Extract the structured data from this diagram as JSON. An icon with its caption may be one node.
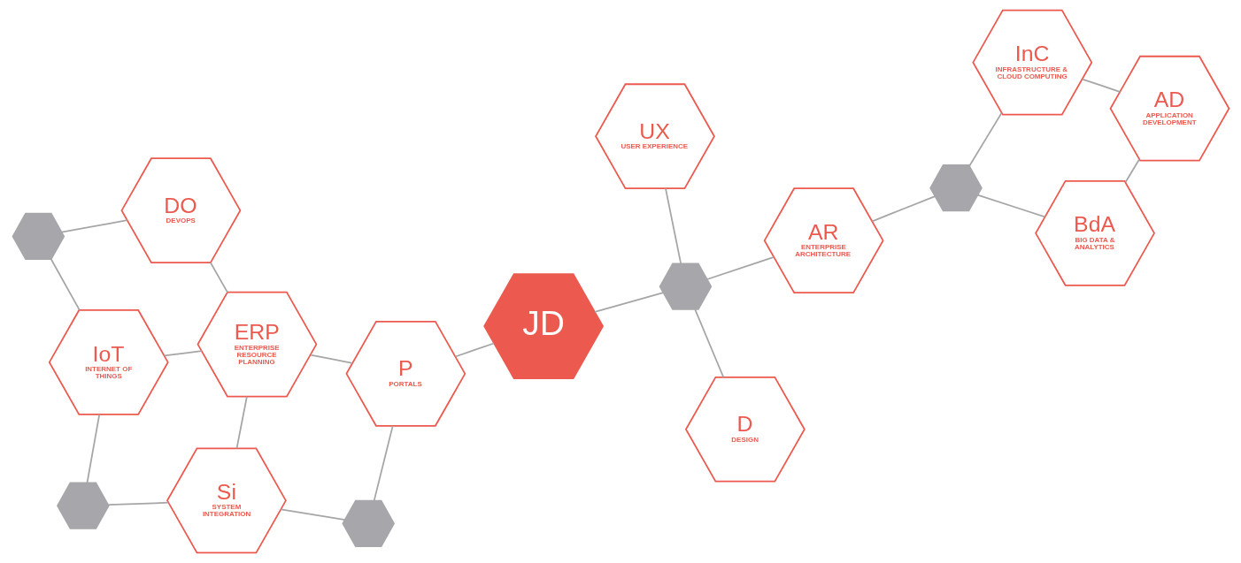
{
  "diagram": {
    "nodes": [
      {
        "text": [
          "P",
          "PORTALS"
        ]
      },
      {
        "text": [
          "AR",
          "ENTERPRISE ARCHITECTURE"
        ]
      },
      {
        "text": [
          "JD"
        ]
      },
      {
        "text": [],
        "shape": "hexagon"
      },
      {
        "text": [
          "ERP",
          "ENTERPRISE RESOURCE PLANNING"
        ]
      },
      {
        "text": [
          "DO",
          "DEVOPS"
        ]
      },
      {
        "text": [],
        "shape": "hexagon"
      },
      {
        "text": [
          "BdA",
          "BIG DATA & ANALYTICS"
        ]
      },
      {
        "text": [
          "InC",
          "INFRASTRUCTURE & CLOUD COMPUTING"
        ]
      },
      {
        "text": [],
        "shape": "hexagon"
      },
      {
        "text": [
          "Si",
          "SYSTEM INTEGRATION"
        ]
      },
      {
        "text": [
          "IoT",
          "INTERNET OF THINGS"
        ]
      },
      {
        "text": [],
        "shape": "hexagon"
      },
      {
        "text": [
          "AD",
          "APPLICATION DEVELOPMENT"
        ]
      },
      {
        "text": [
          "UX",
          "USER EXPERIENCE"
        ]
      },
      {
        "text": [
          "D",
          "DESIGN"
        ]
      },
      {
        "text": [],
        "shape": "hexagon"
      }
    ],
    "edges": [
      {
        "from": 3,
        "to": 1,
        "arrow": "none"
      },
      {
        "from": 3,
        "to": 7,
        "arrow": "none"
      },
      {
        "from": 3,
        "to": 8,
        "arrow": "none"
      },
      {
        "from": 7,
        "to": 13,
        "arrow": "none"
      },
      {
        "from": 8,
        "to": 13,
        "arrow": "none"
      },
      {
        "from": 1,
        "to": 9,
        "arrow": "none"
      },
      {
        "from": 2,
        "to": 9,
        "arrow": "none"
      },
      {
        "from": 9,
        "to": 14,
        "arrow": "none"
      },
      {
        "from": 9,
        "to": 15,
        "arrow": "none"
      },
      {
        "from": 2,
        "to": 0,
        "arrow": "none"
      },
      {
        "from": 0,
        "to": 6,
        "arrow": "none"
      },
      {
        "from": 0,
        "to": 4,
        "arrow": "none"
      },
      {
        "from": 6,
        "to": 10,
        "arrow": "none"
      },
      {
        "from": 4,
        "to": 10,
        "arrow": "none"
      },
      {
        "from": 4,
        "to": 11,
        "arrow": "none"
      },
      {
        "from": 4,
        "to": 5,
        "arrow": "none"
      },
      {
        "from": 5,
        "to": 12,
        "arrow": "none"
      },
      {
        "from": 12,
        "to": 11,
        "arrow": "none"
      },
      {
        "from": 10,
        "to": 16,
        "arrow": "none"
      },
      {
        "from": 11,
        "to": 16,
        "arrow": "none"
      }
    ]
  }
}
